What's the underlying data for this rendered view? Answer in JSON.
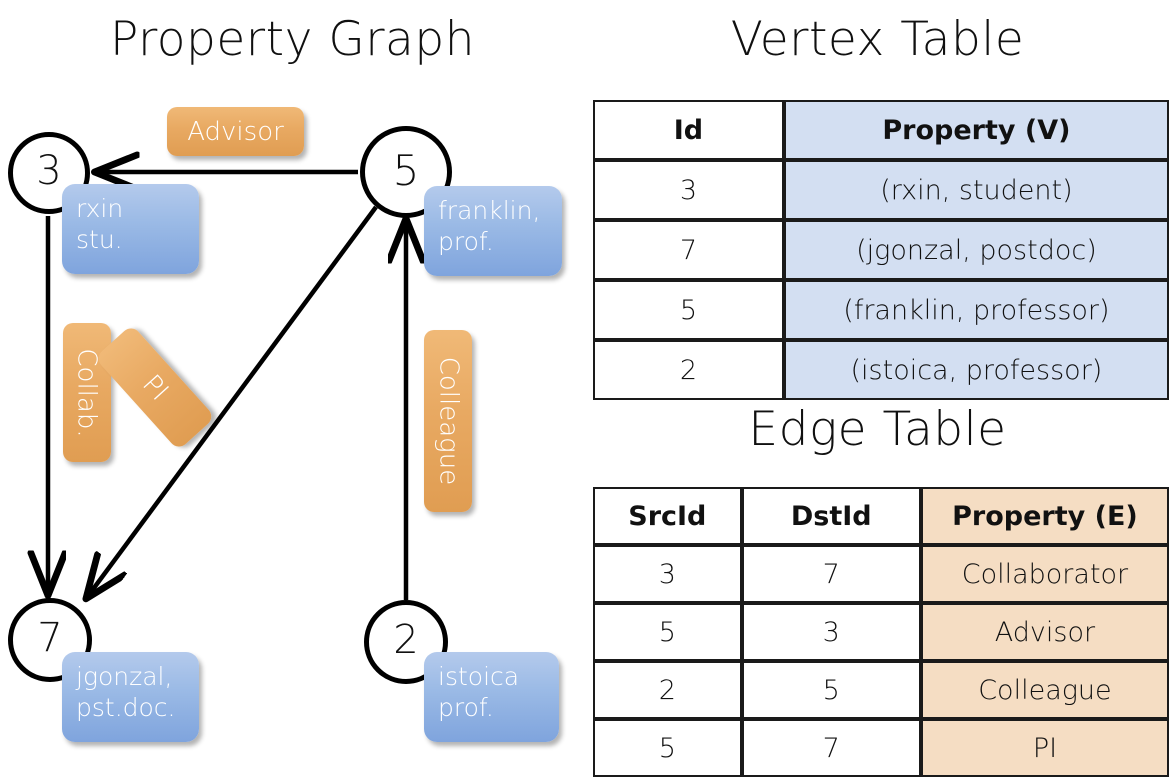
{
  "titles": {
    "property_graph": "Property Graph",
    "vertex_table": "Vertex Table",
    "edge_table": "Edge Table"
  },
  "graph": {
    "vertices": [
      {
        "id": "3",
        "property_text_line1": "rxin",
        "property_text_line2": "stu."
      },
      {
        "id": "5",
        "property_text_line1": "franklin,",
        "property_text_line2": "prof."
      },
      {
        "id": "7",
        "property_text_line1": "jgonzal,",
        "property_text_line2": "pst.doc."
      },
      {
        "id": "2",
        "property_text_line1": "istoica",
        "property_text_line2": "prof."
      }
    ],
    "edge_labels": {
      "advisor": "Advisor",
      "collab": "Collab.",
      "pi": "PI",
      "colleague": "Colleague"
    }
  },
  "vertex_table": {
    "headers": [
      "Id",
      "Property (V)"
    ],
    "rows": [
      {
        "id": "3",
        "property": "(rxin, student)"
      },
      {
        "id": "7",
        "property": "(jgonzal, postdoc)"
      },
      {
        "id": "5",
        "property": "(franklin, professor)"
      },
      {
        "id": "2",
        "property": "(istoica, professor)"
      }
    ]
  },
  "edge_table": {
    "headers": [
      "SrcId",
      "DstId",
      "Property (E)"
    ],
    "rows": [
      {
        "src": "3",
        "dst": "7",
        "property": "Collaborator"
      },
      {
        "src": "5",
        "dst": "3",
        "property": "Advisor"
      },
      {
        "src": "2",
        "dst": "5",
        "property": "Colleague"
      },
      {
        "src": "5",
        "dst": "7",
        "property": "PI"
      }
    ]
  },
  "colors": {
    "vertex_property_blue": "#9cbbe6",
    "edge_label_orange": "#e8a962",
    "vertex_table_property_fill": "#d3dff2",
    "edge_table_property_fill": "#f5ddc3",
    "stroke": "#000000"
  }
}
